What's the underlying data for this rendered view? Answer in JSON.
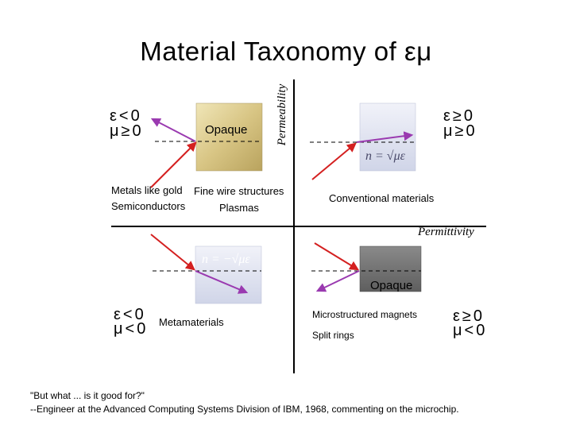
{
  "title": "Material Taxonomy of εμ",
  "axes": {
    "vertical_label": "Permeability",
    "horizontal_label": "Permittivity"
  },
  "quadrants": {
    "top_left": {
      "eps": "ε<0",
      "mu": "μ≥0",
      "box_label": "Opaque",
      "examples": [
        "Metals like gold",
        "Fine wire structures",
        "Semiconductors",
        "Plasmas"
      ]
    },
    "top_right": {
      "eps": "ε≥0",
      "mu": "μ≥0",
      "formula_lhs": "n = ",
      "formula_rhs": "√με",
      "examples": [
        "Conventional materials"
      ]
    },
    "bottom_left": {
      "eps": "ε<0",
      "mu": "μ<0",
      "formula_lhs": "n = −",
      "formula_rhs": "√με",
      "examples": [
        "Metamaterials"
      ]
    },
    "bottom_right": {
      "eps": "ε≥0",
      "mu": "μ<0",
      "box_label": "Opaque",
      "examples": [
        "Microstructured magnets",
        "Split rings"
      ]
    }
  },
  "quote": {
    "line1": "\"But what ... is it good for?\"",
    "line2": "--Engineer at the Advanced Computing Systems Division of IBM, 1968, commenting on the microchip."
  },
  "colors": {
    "incident_ray": "#d42020",
    "refracted_ray": "#9a3ab0",
    "gold_box": "#d9c98a",
    "blue_box": "#e3e6f2",
    "dark_box": "#707070",
    "axis": "#000000"
  }
}
